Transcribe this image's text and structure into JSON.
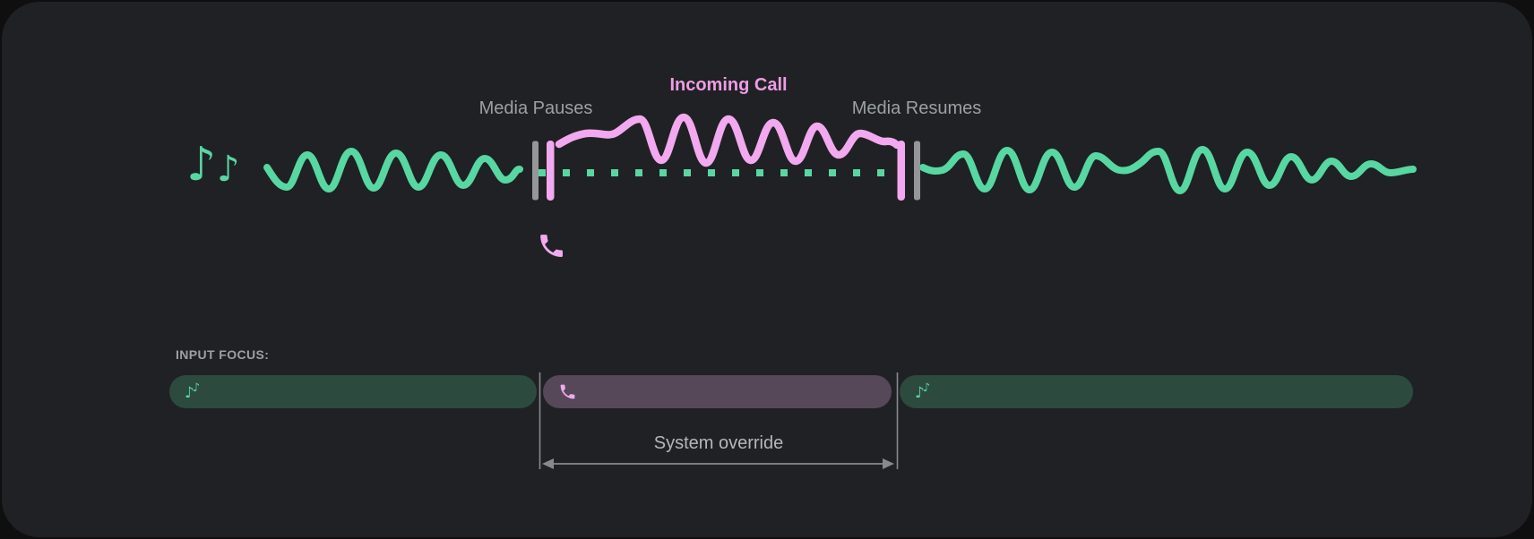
{
  "waveform_labels": {
    "media_pauses": "Media Pauses",
    "incoming_call": "Incoming Call",
    "media_resumes": "Media Resumes"
  },
  "input_focus": {
    "heading": "INPUT FOCUS:",
    "override_label": "System override",
    "segments": [
      {
        "kind": "media",
        "icon": "music-notes-icon"
      },
      {
        "kind": "call",
        "icon": "phone-icon"
      },
      {
        "kind": "media",
        "icon": "music-notes-icon"
      }
    ]
  },
  "icons": {
    "music_note_glyph": "♪",
    "top_left_icon": "music-notes-icon",
    "call_icon": "phone-icon"
  },
  "colors": {
    "card_background": "#202124",
    "media_green": "#57d7a2",
    "media_bar_green_muted": "#2c4a3d",
    "call_pink": "#f2a9ef",
    "call_label_pink": "#ee9ce6",
    "call_bar_purple_muted": "#564759",
    "label_gray": "#9aa0a6",
    "marker_gray": "#949699",
    "guide_gray": "#87898d"
  }
}
